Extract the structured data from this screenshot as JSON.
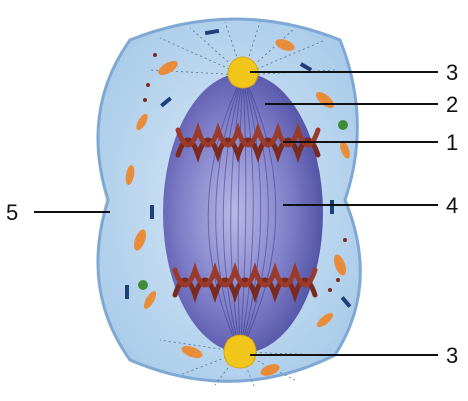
{
  "labels": [
    {
      "id": "centrosome-top",
      "text": "3"
    },
    {
      "id": "spindle-fibre",
      "text": "2"
    },
    {
      "id": "chromosomes",
      "text": "1"
    },
    {
      "id": "spindle-middle",
      "text": "4"
    },
    {
      "id": "cell-membrane",
      "text": "5"
    },
    {
      "id": "centrosome-bottom",
      "text": "3"
    }
  ],
  "colors": {
    "cytoplasm": "#a9cbe9",
    "membrane": "#7fa9d4",
    "spindle": "#5b5cae",
    "chromosome": "#7a2a1f",
    "centrosome": "#f2c51a",
    "organelle_orange": "#e98c3a",
    "organelle_blue": "#1f3f7a",
    "organelle_green": "#3f8d3a"
  }
}
